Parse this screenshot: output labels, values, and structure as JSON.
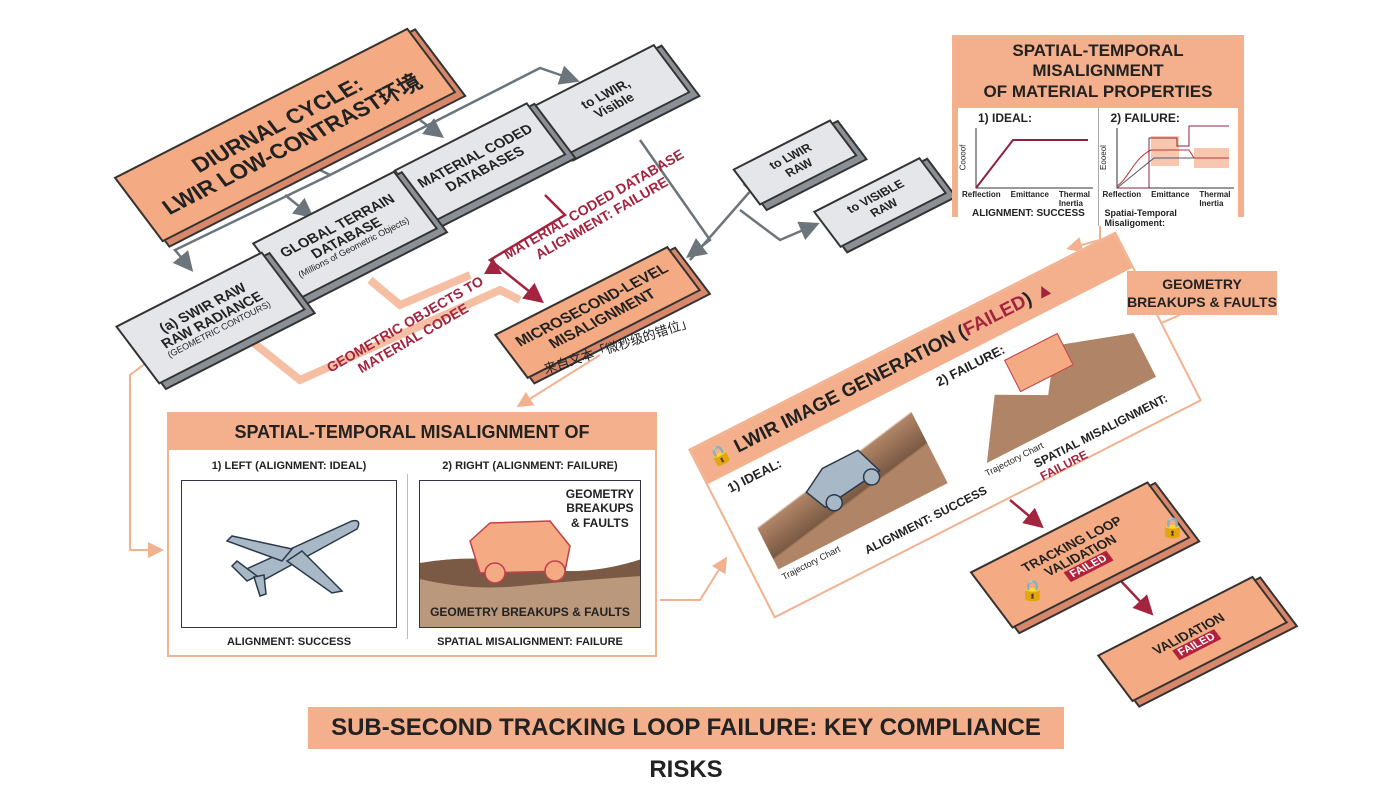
{
  "nodes": {
    "diurnal": [
      "DIURNAL CYCLE:",
      "LWIR LOW-CONTRAST环境"
    ],
    "to_lwir_visible": [
      "to LWIR,",
      "Visible"
    ],
    "material_db": [
      "MATERIAL CODED",
      "DATABASES"
    ],
    "global_terrain": [
      "GLOBAL TERRAIN",
      "DATABASE"
    ],
    "global_terrain_sub": "(Millions of Geometric Objects)",
    "swir": [
      "(a) SWIR RAW",
      "RAW RADIANCE"
    ],
    "swir_sub": "(GEOMETRIC CONTOURS)",
    "microsecond": [
      "MICROSECOND-LEVEL",
      "MISALIGNMENT"
    ],
    "microsecond_caption": "来自文本「微秒级的错位」",
    "to_lwir_raw": [
      "to LWIR",
      "RAW"
    ],
    "to_visible_raw": [
      "to VISIBLE",
      "RAW"
    ],
    "material_failure": [
      "MATERIAL CODED DATABASE",
      "ALIGNMENT: FAILURE"
    ],
    "geometric_objects": [
      "GEOMETRIC OBJECTS TO",
      "MATERIAL CODEE"
    ]
  },
  "material_panel": {
    "title": [
      "SPATIAL-TEMPORAL MISALIGNMENT",
      "OF MATERIAL PROPERTIES"
    ],
    "ideal": {
      "label": "1) IDEAL:",
      "ylabel": "Coooof",
      "xticks": [
        "Reflection",
        "Emittance",
        "Thermal Inertia"
      ],
      "caption": "ALIGNMENT: SUCCESS"
    },
    "failure": {
      "label": "2) FAILURE:",
      "ylabel": "Eooeol",
      "xticks": [
        "Reflection",
        "Emittance",
        "Thermal Inertia"
      ],
      "caption": "Spatiai-Temporal Misaligoment:"
    }
  },
  "geometry_label": [
    "GEOMETRY",
    "BREAKUPS & FAULTS"
  ],
  "spatial_panel": {
    "title": "SPATIAL-TEMPORAL MISALIGNMENT OF",
    "left": {
      "label": "1) LEFT (ALIGNMENT: IDEAL)",
      "caption": "ALIGNMENT: SUCCESS"
    },
    "right": {
      "label": "2) RIGHT (ALIGNMENT: FAILURE)",
      "annotation": [
        "GEOMETRY",
        "BREAKUPS",
        "& FAULTS"
      ],
      "ground_text": "GEOMETRY BREAKUPS & FAULTS",
      "caption": "SPATIAL MISALIGNMENT: FAILURE"
    }
  },
  "lwir_panel": {
    "title": "LWIR IMAGE GENERATION (",
    "title_failed": "FAILED",
    "title_end": ")",
    "ideal_label": "1) IDEAL:",
    "ideal_axis": "Trajectory Chart",
    "ideal_caption": "ALIGNMENT: SUCCESS",
    "failure_label": "2) FAILURE:",
    "failure_axis": "Trajectory Chart",
    "failure_caption": "SPATIAL MISALIGNMENT: ",
    "failure_caption_red": "FAILURE"
  },
  "tracking": {
    "lines": [
      "TRACKING LOOP",
      "VALIDATION"
    ],
    "badge": "FAILED"
  },
  "validation": {
    "label": "VALIDATION",
    "badge": "FAILED"
  },
  "footer_title": "SUB-SECOND TRACKING LOOP FAILURE: KEY COMPLIANCE RISKS",
  "colors": {
    "orange": "#f4aa82",
    "gray": "#e4e6e9",
    "red": "#a3243f",
    "connector": "#6d757c"
  }
}
